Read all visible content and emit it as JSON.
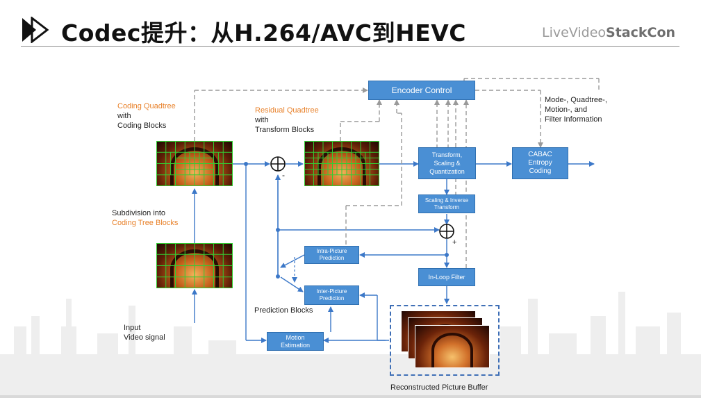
{
  "slide": {
    "title": "Codec提升：从H.264/AVC到HEVC",
    "brand_prefix": "LiveVideo",
    "brand_suffix": "StackCon"
  },
  "blocks": {
    "encoder_control": "Encoder Control",
    "transform": [
      "Transform,",
      "Scaling &",
      "Quantization"
    ],
    "cabac": [
      "CABAC",
      "Entropy",
      "Coding"
    ],
    "scaling_inverse": [
      "Scaling & Inverse",
      "Transform"
    ],
    "intra": [
      "Intra-Picture",
      "Prediction"
    ],
    "inter": [
      "Inter-Picture",
      "Prediction"
    ],
    "in_loop": "In-Loop Filter",
    "motion": [
      "Motion",
      "Estimation"
    ]
  },
  "labels": {
    "coding_quadtree": "Coding Quadtree",
    "with1": "with",
    "coding_blocks": "Coding Blocks",
    "residual_quadtree": "Residual Quadtree",
    "with2": "with",
    "transform_blocks": "Transform Blocks",
    "subdivision": "Subdivision into",
    "coding_tree_blocks": "Coding Tree Blocks",
    "input": "Input",
    "video_signal": "Video signal",
    "prediction_blocks": "Prediction Blocks",
    "mode_info": [
      "Mode-, Quadtree-,",
      "Motion-, and",
      "Filter Information"
    ],
    "reconstructed": "Reconstructed Picture Buffer",
    "minus": "-",
    "plus": "+"
  },
  "colors": {
    "block_fill": "#4a8fd4",
    "arrow": "#3c78c8",
    "dashed": "#9a9a9a",
    "orange_text": "#e8812a"
  }
}
